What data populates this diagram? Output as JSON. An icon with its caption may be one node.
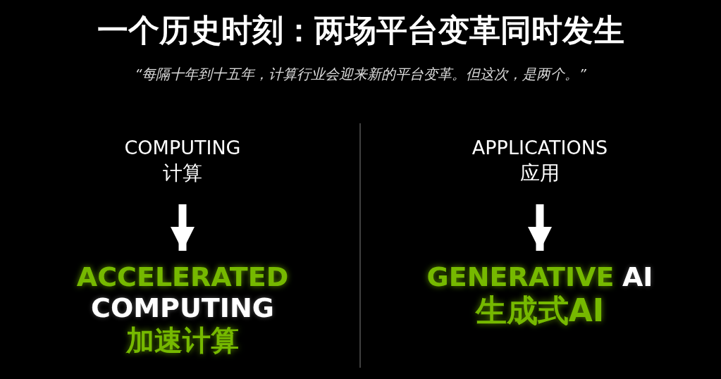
{
  "diagram": {
    "title": "一个历史时刻：两场平台变革同时发生",
    "nodes": [
      {
        "text": [
          "COMPUTING",
          "计算"
        ]
      },
      {
        "text": [
          "ACCELERATED",
          "COMPUTING",
          "加速计算"
        ]
      },
      {
        "text": [
          "APPLICATIONS",
          "应用"
        ]
      },
      {
        "text": [
          "GENERATIVE",
          "AI",
          "生成式AI"
        ]
      }
    ],
    "edges": [
      {
        "from": 0,
        "to": 1,
        "arrow": "to"
      },
      {
        "from": 2,
        "to": 3,
        "arrow": "to"
      }
    ],
    "labels": [
      "“每隔十年到十五年，计算行业会迎来新的平台变革。但这次，是两个。”"
    ]
  }
}
